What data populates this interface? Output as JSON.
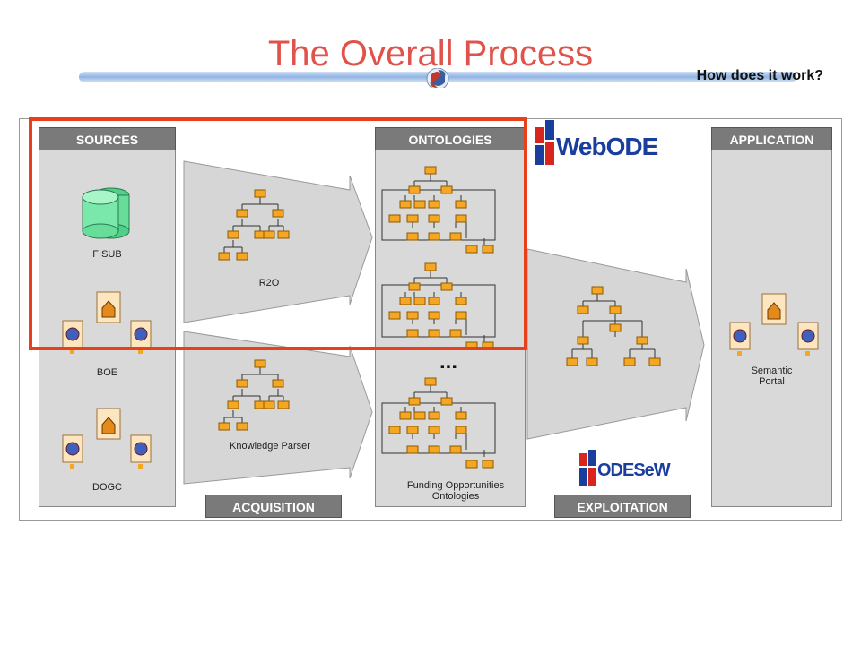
{
  "header": {
    "title": "The Overall Process",
    "subtitle": "How does it work?"
  },
  "panels": {
    "sources": {
      "title": "SOURCES",
      "items": [
        "FISUB",
        "BOE",
        "DOGC"
      ]
    },
    "ontologies": {
      "title": "ONTOLOGIES",
      "ellipsis": "...",
      "caption_line1": "Funding Opportunities",
      "caption_line2": "Ontologies"
    },
    "application": {
      "title": "APPLICATION",
      "caption_line1": "Semantic",
      "caption_line2": "Portal"
    }
  },
  "arrows": {
    "r2o": "R2O",
    "knowledge_parser": "Knowledge Parser"
  },
  "phases": {
    "acquisition": "ACQUISITION",
    "exploitation": "EXPLOITATION"
  },
  "logos": {
    "webode": "WebODE",
    "odesew": "ODESeW"
  },
  "colors": {
    "title": "#e0534a",
    "highlight": "#e8401c",
    "node_fill": "#f5a623",
    "node_border": "#8a5a00",
    "panel_bg": "#d9d9d9",
    "header_bg": "#7a7a7a",
    "logo_blue": "#1a3e9e",
    "logo_red": "#d8251d",
    "database": "#66dd99"
  }
}
